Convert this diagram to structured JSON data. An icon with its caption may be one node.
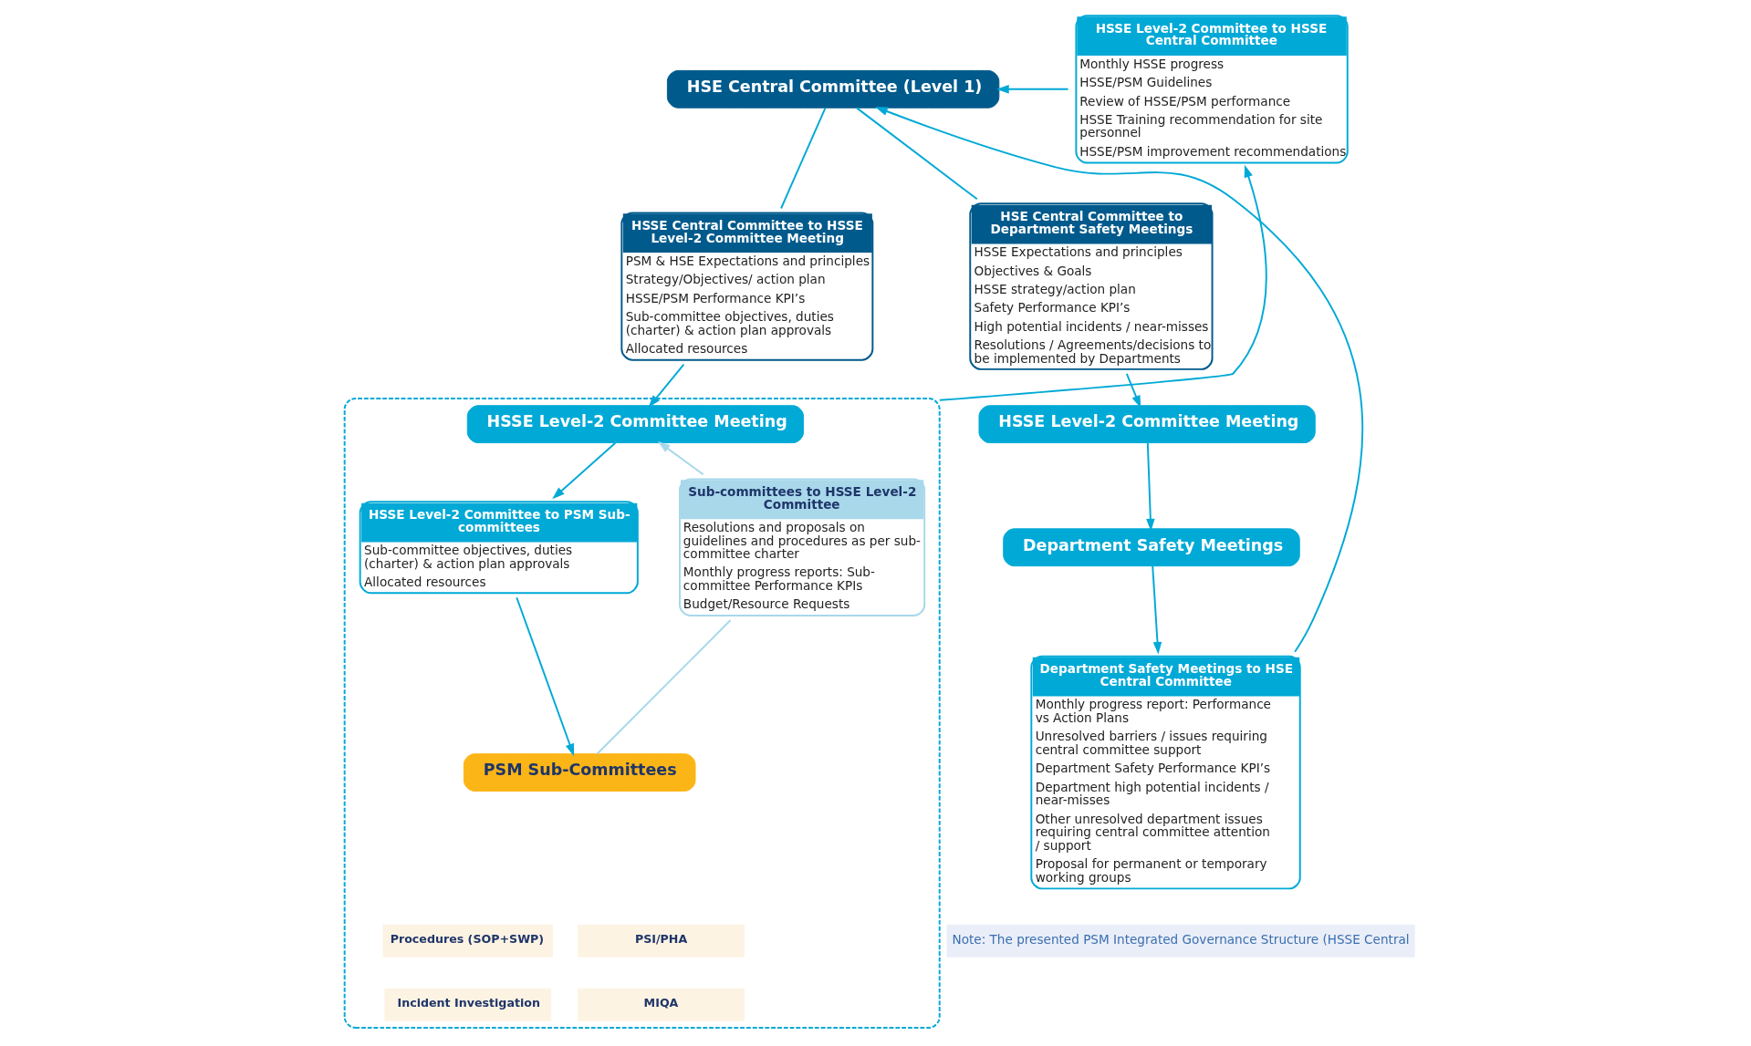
{
  "diagram": {
    "nodes": [
      {
        "text": [
          "HSE Central Committee (Level 1)"
        ]
      },
      {
        "text": [
          "HSSE Central Committee to HSSE Level-2 Committee Meeting",
          "PSM & HSE Expectations and principles",
          "Strategy/Objectives/ action plan",
          "HSSE/PSM Performance KPI’s",
          "Sub-committee objectives, duties (charter) & action plan approvals",
          "Allocated resources"
        ]
      },
      {
        "text": [
          "HSSE Level-2 Committee to HSSE Central Committee",
          "Monthly HSSE progress",
          "HSSE/PSM Guidelines",
          "Review of HSSE/PSM performance",
          "HSSE Training recommendation for site personnel",
          "HSSE/PSM improvement recommendations"
        ]
      },
      {
        "text": [
          "HSE Central Committee to Department Safety Meetings",
          "HSSE Expectations and principles",
          "Objectives & Goals",
          "HSSE strategy/action plan",
          "Safety Performance KPI’s",
          "High potential incidents / near-misses",
          "Resolutions / Agreements/decisions to be implemented by Departments"
        ]
      },
      {
        "text": [],
        "shape": "box"
      },
      {
        "text": [
          "HSSE Level-2 Committee Meeting"
        ],
        "in": 4
      },
      {
        "text": [
          "HSSE Level-2 Committee to PSM Sub-committees",
          "Sub-committee objectives, duties (charter) & action plan approvals",
          "Allocated resources"
        ],
        "in": 4
      },
      {
        "text": [
          "Sub-committees to HSSE Level-2 Committee",
          "Resolutions and proposals on guidelines and procedures as per sub-committee charter",
          "Monthly progress reports: Sub-committee Performance KPIs",
          "Budget/Resource Requests"
        ],
        "in": 4
      },
      {
        "text": [
          "PSM Sub-Committees"
        ],
        "in": 4
      },
      {
        "text": [
          "Procedures (SOP+SWP)"
        ],
        "in": 4
      },
      {
        "text": [
          "PSI/PHA"
        ],
        "in": 4
      },
      {
        "text": [
          "Incident Investigation"
        ],
        "in": 4
      },
      {
        "text": [
          "MIQA"
        ],
        "in": 4
      },
      {
        "text": [
          "HSSE Level-2 Committee Meeting"
        ]
      },
      {
        "text": [
          "Department Safety Meetings"
        ]
      },
      {
        "text": [
          "Department Safety Meetings to HSE Central Committee",
          "Monthly progress report: Performance vs Action Plans",
          "Unresolved barriers / issues requiring central committee support",
          "Department Safety Performance KPI’s",
          "Department high potential incidents / near-misses",
          "Other unresolved department issues requiring central committee attention / support",
          "Proposal for permanent or temporary working groups"
        ]
      }
    ],
    "edges": [
      {
        "from": 0,
        "to": 1,
        "arrow": "none"
      },
      {
        "from": 0,
        "to": 3,
        "arrow": "none"
      },
      {
        "from": 2,
        "to": 0,
        "arrow": "to"
      },
      {
        "from": 15,
        "to": 0,
        "arrow": "to"
      },
      {
        "from": 1,
        "to": 5,
        "arrow": "to"
      },
      {
        "from": 5,
        "to": 6,
        "arrow": "to"
      },
      {
        "from": 7,
        "to": 5,
        "arrow": "to",
        "color": "#a8d8ea"
      },
      {
        "from": 6,
        "to": 8,
        "arrow": "to"
      },
      {
        "from": 7,
        "to": 8,
        "arrow": "none",
        "color": "#a8d8ea"
      },
      {
        "from": 4,
        "to": 2,
        "arrow": "to"
      },
      {
        "from": 3,
        "to": 13,
        "arrow": "to"
      },
      {
        "from": 13,
        "to": 14,
        "arrow": "to"
      },
      {
        "from": 14,
        "to": 15,
        "arrow": "to"
      }
    ],
    "labels": [
      "Note: The presented PSM Integrated Governance Structure (HSSE Central"
    ]
  }
}
